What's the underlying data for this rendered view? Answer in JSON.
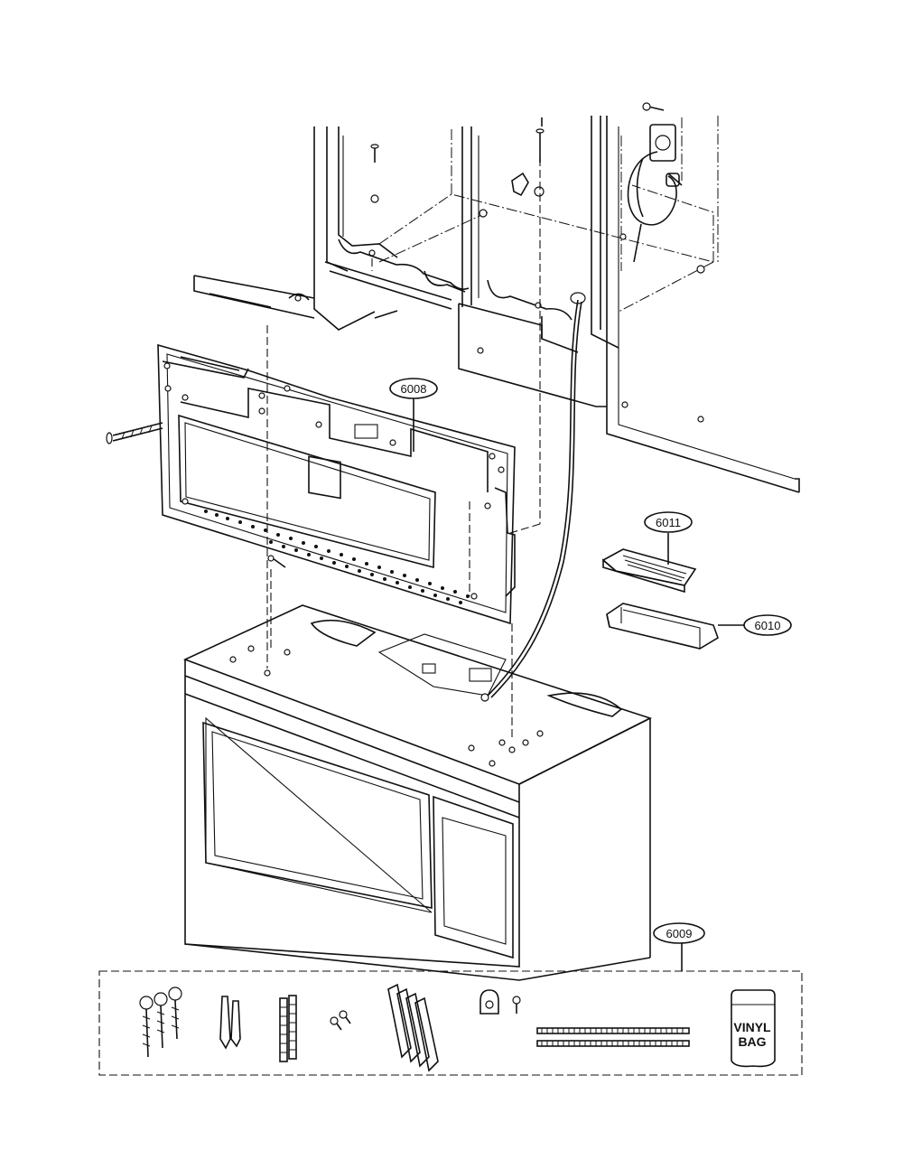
{
  "callouts": {
    "p6008": "6008",
    "p6011": "6011",
    "p6010": "6010",
    "p6009": "6009"
  },
  "vinyl_bag": {
    "line1": "VINYL",
    "line2": "BAG"
  }
}
